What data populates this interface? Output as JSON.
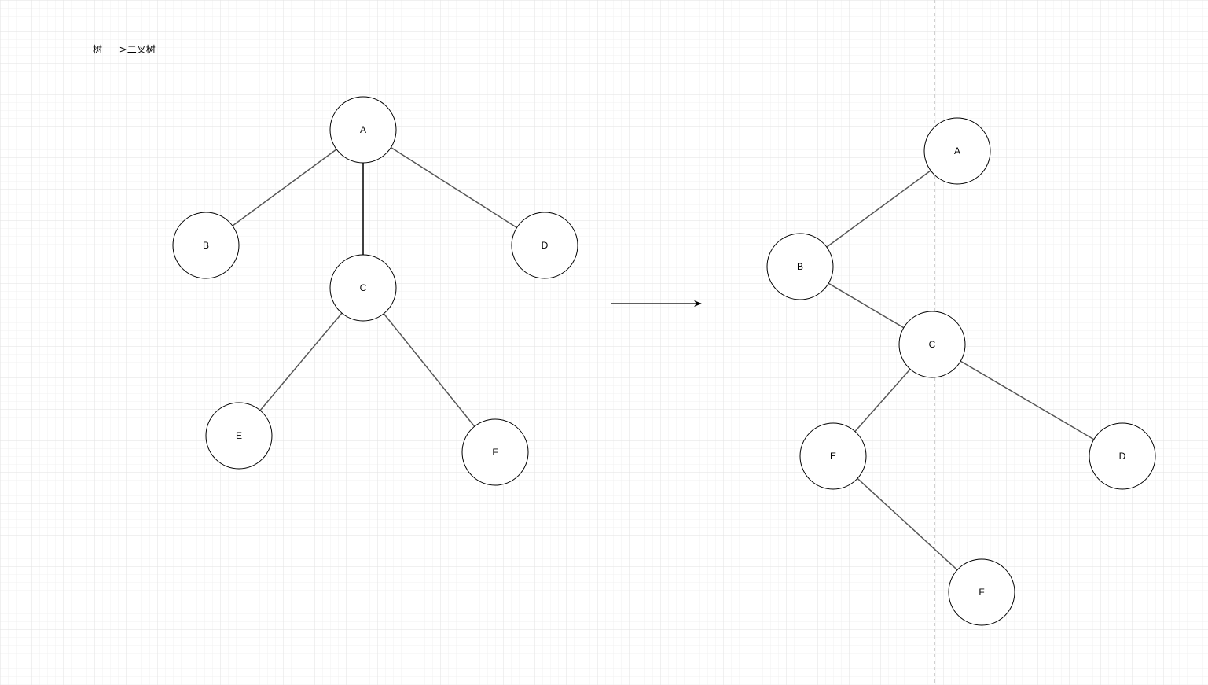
{
  "title": "树----->二叉树",
  "colors": {
    "grid_minor": "#f0f0f0",
    "grid_major": "#e2e2e2",
    "page_break": "#d0d0d0",
    "node_stroke": "#000000",
    "node_fill": "#ffffff",
    "edge": "#555555",
    "arrow": "#000000"
  },
  "tree": {
    "nodes": [
      {
        "id": "A",
        "label": "A"
      },
      {
        "id": "B",
        "label": "B"
      },
      {
        "id": "C",
        "label": "C"
      },
      {
        "id": "D",
        "label": "D"
      },
      {
        "id": "E",
        "label": "E"
      },
      {
        "id": "F",
        "label": "F"
      }
    ],
    "edges": [
      {
        "from": "A",
        "to": "B"
      },
      {
        "from": "A",
        "to": "C"
      },
      {
        "from": "A",
        "to": "D"
      },
      {
        "from": "C",
        "to": "E"
      },
      {
        "from": "C",
        "to": "F"
      }
    ]
  },
  "binary_tree": {
    "nodes": [
      {
        "id": "A",
        "label": "A"
      },
      {
        "id": "B",
        "label": "B"
      },
      {
        "id": "C",
        "label": "C"
      },
      {
        "id": "E",
        "label": "E"
      },
      {
        "id": "D",
        "label": "D"
      },
      {
        "id": "F",
        "label": "F"
      }
    ],
    "edges": [
      {
        "from": "A",
        "to": "B"
      },
      {
        "from": "B",
        "to": "C"
      },
      {
        "from": "C",
        "to": "E"
      },
      {
        "from": "C",
        "to": "D"
      },
      {
        "from": "E",
        "to": "F"
      }
    ]
  }
}
